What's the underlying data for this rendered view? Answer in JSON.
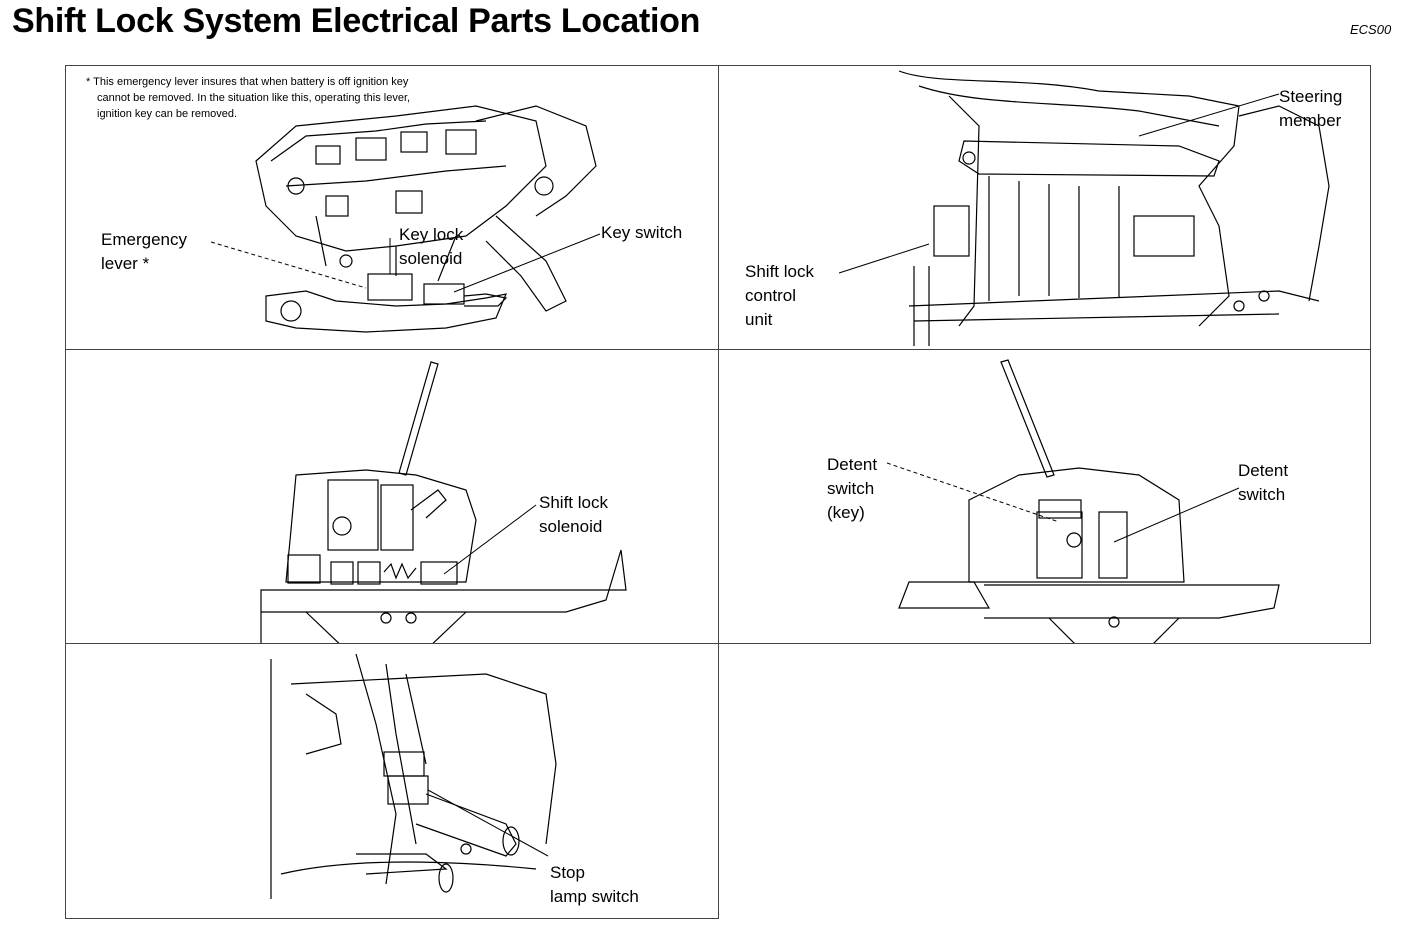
{
  "title": "Shift Lock System Electrical Parts Location",
  "code": "ECS00",
  "note": {
    "line1": "* This emergency lever insures that when battery is off ignition key",
    "line2": "cannot be removed. In the situation like this, operating this lever,",
    "line3": "ignition key can be removed."
  },
  "labels": {
    "emergency_1": "Emergency",
    "emergency_2": "lever *",
    "keylock_1": "Key lock",
    "keylock_2": "solenoid",
    "keyswitch": "Key switch",
    "steering_1": "Steering",
    "steering_2": "member",
    "slcu_1": "Shift lock",
    "slcu_2": "control",
    "slcu_3": "unit",
    "sls_1": "Shift lock",
    "sls_2": "solenoid",
    "detentkey_1": "Detent",
    "detentkey_2": "switch",
    "detentkey_3": "(key)",
    "detent_1": "Detent",
    "detent_2": "switch",
    "stop_1": "Stop",
    "stop_2": "lamp switch"
  }
}
